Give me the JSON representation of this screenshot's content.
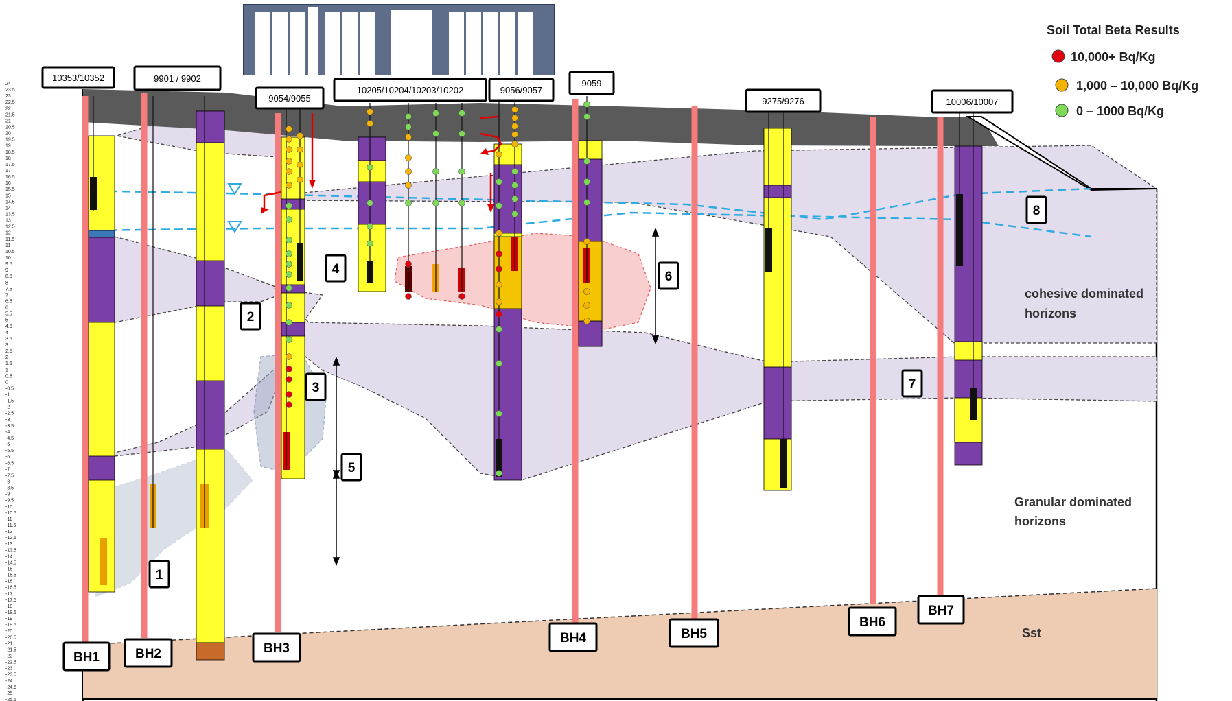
{
  "legend": {
    "title": "Soil Total Beta Results",
    "items": [
      {
        "label": "10,000+ Bq/Kg",
        "color": "#e0000f"
      },
      {
        "label": "1,000 – 10,000 Bq/Kg",
        "color": "#f5b400"
      },
      {
        "label": "0 – 1000 Bq/Kg",
        "color": "#7ed957"
      }
    ]
  },
  "colors": {
    "ground_surface": "#595959",
    "cohesive": "#e3dcec",
    "granular_column": "#ffff2e",
    "cohesive_column": "#7b3fa8",
    "borehole_line": "#f47c7c",
    "bedrock": "#eeccb4",
    "water_table": "#2eaae1",
    "contaminant_plume": "#f9c9c9",
    "migration_arrow": "#e00000"
  },
  "sample_labels": [
    "10353/10352",
    "9901 /  9902",
    "9054/9055",
    "10205/10204/10203/10202",
    "9056/9057",
    "9059",
    "9275/9276",
    "10006/10007"
  ],
  "boreholes": [
    "BH1",
    "BH2",
    "BH3",
    "BH4",
    "BH5",
    "BH6",
    "BH7"
  ],
  "annotations": [
    "1",
    "2",
    "3",
    "4",
    "5",
    "6",
    "7",
    "8"
  ],
  "zones": {
    "cohesive": [
      "cohesive dominated",
      "horizons"
    ],
    "granular": [
      "Granular dominated",
      "horizons"
    ],
    "bedrock": "Sst"
  },
  "depth_ticks": [
    "24",
    "23.5",
    "23",
    "22.5",
    "22",
    "21.5",
    "21",
    "20.5",
    "20",
    "19.5",
    "19",
    "18.5",
    "18",
    "17.5",
    "17",
    "16.5",
    "16",
    "15.5",
    "15",
    "14.5",
    "14",
    "13.5",
    "13",
    "12.5",
    "12",
    "11.5",
    "11",
    "10.5",
    "10",
    "9.5",
    "9",
    "8.5",
    "8",
    "7.5",
    "7",
    "6.5",
    "6",
    "5.5",
    "5",
    "4.5",
    "4",
    "3.5",
    "3",
    "2.5",
    "2",
    "1.5",
    "1",
    "0.5",
    "0",
    "-0.5",
    "-1",
    "-1.5",
    "-2",
    "-2.5",
    "-3",
    "-3.5",
    "-4",
    "-4.5",
    "-5",
    "-5.5",
    "-6",
    "-6.5",
    "-7",
    "-7.5",
    "-8",
    "-8.5",
    "-9",
    "-9.5",
    "-10",
    "-10.5",
    "-11",
    "-11.5",
    "-12",
    "-12.5",
    "-13",
    "-13.5",
    "-14",
    "-14.5",
    "-15",
    "-15.5",
    "-16",
    "-16.5",
    "-17",
    "-17.5",
    "-18",
    "-18.5",
    "-19",
    "-19.5",
    "-20",
    "-20.5",
    "-21",
    "-21.5",
    "-22",
    "-22.5",
    "-23",
    "-23.5",
    "-24",
    "-24.5",
    "-25",
    "-25.5"
  ]
}
